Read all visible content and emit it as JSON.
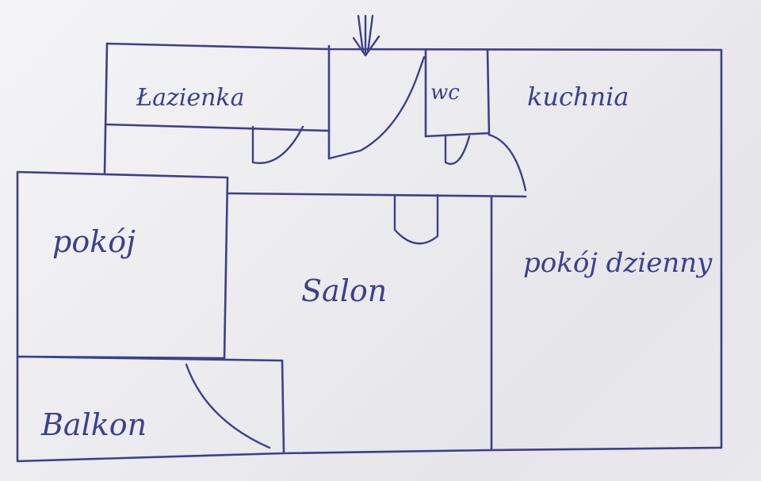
{
  "plan": {
    "rooms": {
      "lazienka": "Łazienka",
      "wc": "wc",
      "kuchnia": "kuchnia",
      "pokoj": "pokój",
      "salon": "Salon",
      "pokoj_dzienny": "pokój dzienny",
      "balkon": "Balkon"
    },
    "entrance_icon": "entrance-arrow-icon",
    "ink_color": "#3c3f8f"
  }
}
